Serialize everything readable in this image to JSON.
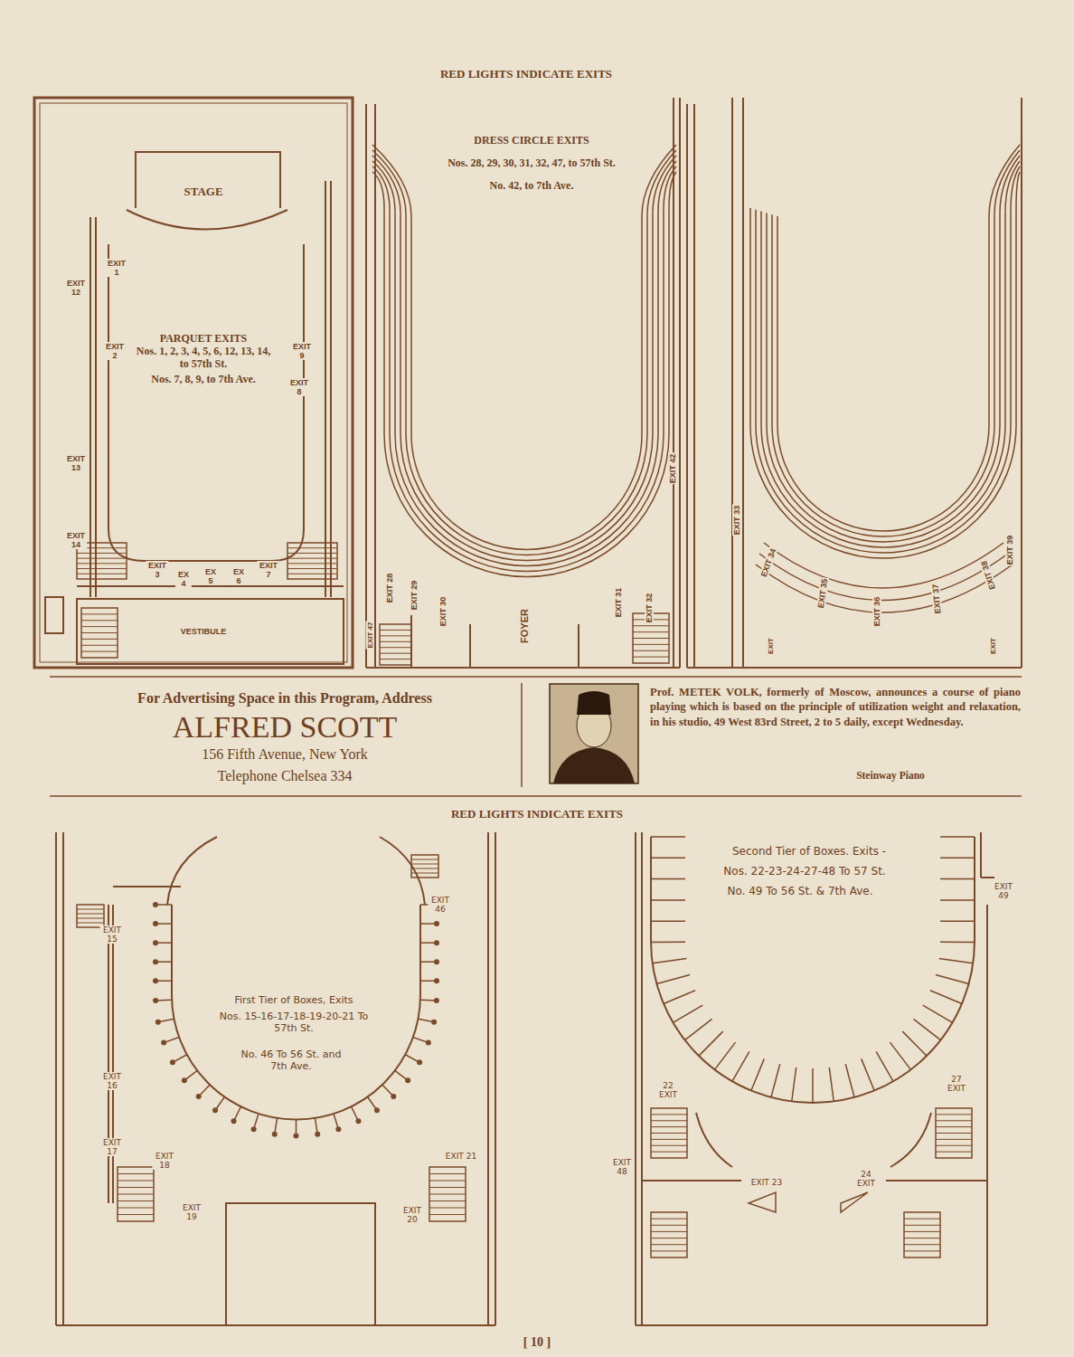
{
  "diagram": {
    "title": "RED LIGHTS INDICATE EXITS",
    "labels": [
      "STAGE",
      "EXIT 12",
      "EXIT 1",
      "EXIT 2",
      "PARQUET EXITS",
      "Nos. 1, 2, 3, 4, 5, 6, 12, 13, 14, to 57th St.",
      "Nos. 7, 8, 9, to 7th Ave.",
      "EXIT 9",
      "EXIT 8",
      "EXIT 13",
      "EXIT 14",
      "EXIT 3",
      "EX 4",
      "EX 5",
      "EX 6",
      "EXIT 7",
      "VESTIBULE",
      "DRESS CIRCLE EXITS",
      "Nos. 28, 29, 30, 31, 32, 47, to 57th St.",
      "No. 42, to 7th Ave.",
      "EXIT 42",
      "EXIT 28",
      "EXIT 47",
      "EXIT 29",
      "EXIT 30",
      "FOYER",
      "EXIT 31",
      "EXIT 32",
      "EXIT 33",
      "EXIT 34",
      "EXIT 35",
      "EXIT 36",
      "EXIT 37",
      "EXIT 38",
      "EXIT 39",
      "EXIT",
      "EXIT",
      "For Advertising Space in this Program, Address",
      "ALFRED SCOTT",
      "156 Fifth Avenue, New York",
      "Telephone Chelsea 334",
      "Prof. METEK VOLK, formerly of Moscow, announces a course of piano playing which is based on the principle of utilization weight and relaxation, in his studio, 49 West 83rd Street, 2 to 5 daily, except Wednesday.",
      "Steinway Piano",
      "RED LIGHTS INDICATE EXITS",
      "EXIT 15",
      "EXIT 16",
      "EXIT 17",
      "EXIT 18",
      "EXIT 19",
      "EXIT 46",
      "EXIT 21",
      "EXIT 20",
      "First Tier of Boxes, Exits",
      "Nos. 15-16-17-18-19-20-21 To 57th St.",
      "No. 46 To 56 St. and 7th Ave.",
      "Second Tier of Boxes. Exits -",
      "Nos. 22-23-24-27-48 To 57 St.",
      "No. 49 To 56 St. & 7th Ave.",
      "EXIT 49",
      "22 EXIT",
      "27 EXIT",
      "EXIT 48",
      "EXIT 23",
      "24 EXIT",
      "[ 10 ]"
    ]
  }
}
